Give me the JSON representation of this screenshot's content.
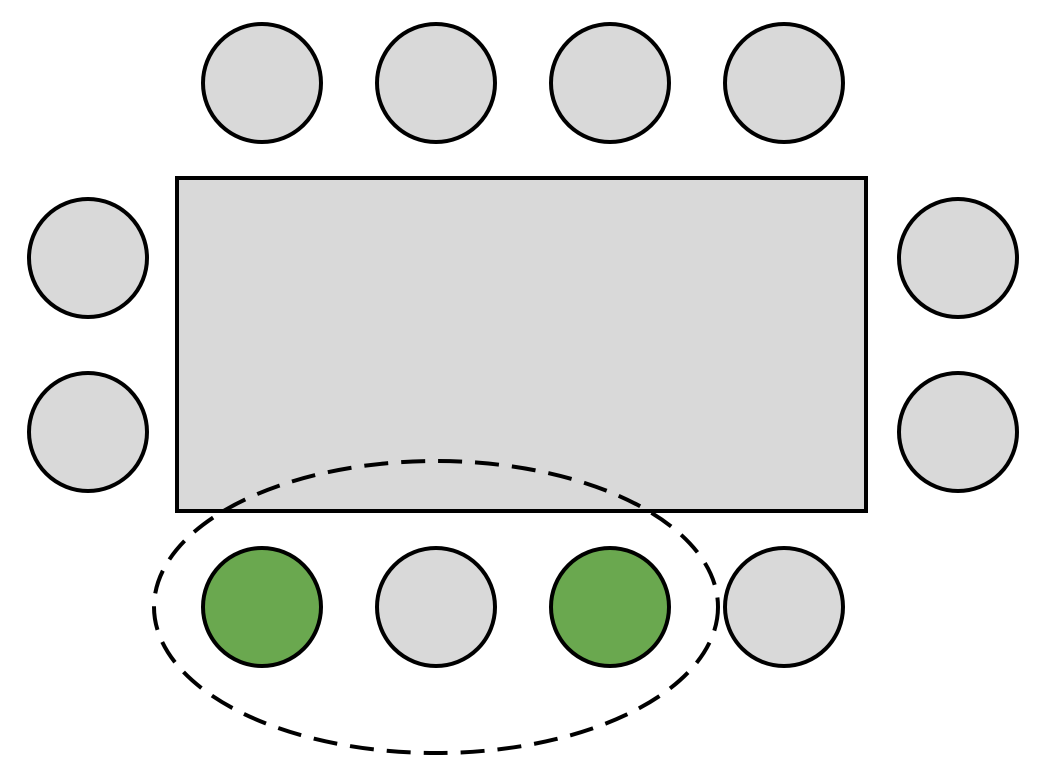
{
  "diagram": {
    "colors": {
      "background": "#ffffff",
      "table_fill": "#d9d9d9",
      "seat_fill": "#d9d9d9",
      "highlight_fill": "#6aa84f",
      "stroke": "#000000"
    },
    "table": {
      "shape": "rectangle"
    },
    "seat_groups": {
      "top": {
        "count": 4,
        "highlighted": []
      },
      "left": {
        "count": 2,
        "highlighted": []
      },
      "right": {
        "count": 2,
        "highlighted": []
      },
      "bottom": {
        "count": 4,
        "highlighted": [
          1,
          3
        ]
      }
    },
    "selection": {
      "shape": "dashed-ellipse",
      "encloses": [
        "bottom-1",
        "bottom-2",
        "bottom-3"
      ]
    }
  }
}
